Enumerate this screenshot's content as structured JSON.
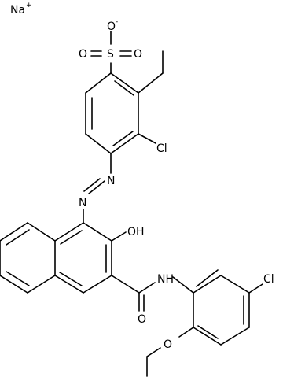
{
  "molecule": {
    "labels": {
      "sodium": "Na",
      "sodium_charge": "+",
      "oxygen_anion": "O",
      "oxygen_anion_charge": "-",
      "sulfonate_o_left": "O",
      "sulfur": "S",
      "sulfonate_o_right": "O",
      "chloro_top": "Cl",
      "azo_n_upper": "N",
      "azo_n_lower": "N",
      "hydroxyl": "OH",
      "amide_nh": "NH",
      "amide_o": "O",
      "chloro_right": "Cl",
      "ether_o": "O"
    },
    "colors": {
      "bond": "#000000",
      "text": "#000000",
      "background": "#ffffff"
    }
  }
}
